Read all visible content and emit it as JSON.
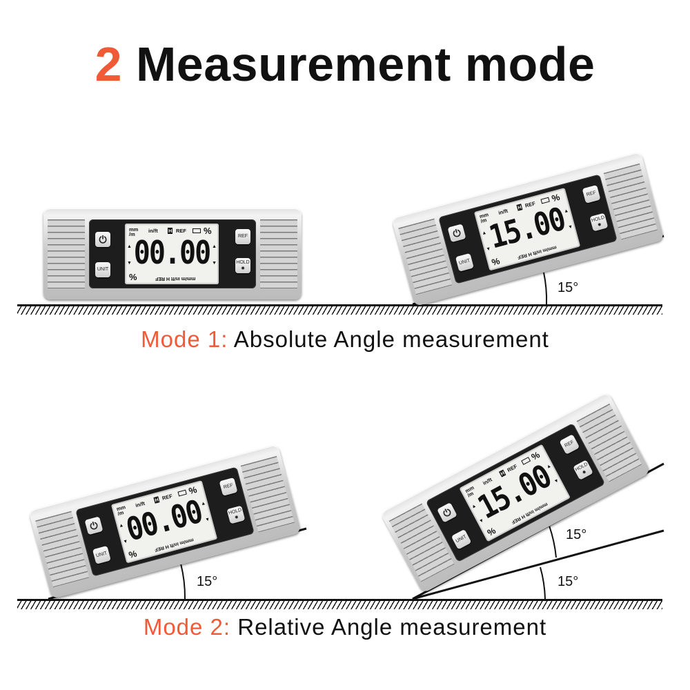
{
  "title": {
    "number": "2",
    "text": "Measurement mode"
  },
  "mode1": {
    "label": "Mode 1:",
    "text": "Absolute Angle measurement"
  },
  "mode2": {
    "label": "Mode 2:",
    "text": "Relative Angle measurement"
  },
  "device": {
    "power_icon": "⏻",
    "unit_label": "UNIT",
    "ref_label": "REF",
    "hold_label": "HOLD",
    "hold_icon": "✹",
    "units_mm": "mm",
    "units_m": "/m",
    "inft": "in/ft",
    "h_badge": "H",
    "ref_indicator": "REF",
    "percent": "%",
    "bottom_flip": "mm/m in/ft H REF"
  },
  "readings": {
    "d1": "00.00",
    "d2": "15.00",
    "d3": "00.00",
    "d4": "15.00"
  },
  "angles": {
    "a1": "15°",
    "a2": "15°",
    "a3": "15°",
    "a4": "15°"
  },
  "colors": {
    "accent": "#f05a37",
    "text": "#111111"
  }
}
